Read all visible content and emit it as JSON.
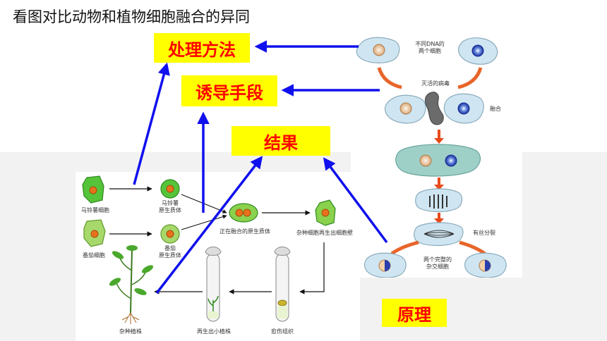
{
  "title": "看图对比动物和植物细胞融合的异同",
  "boxes": {
    "method": "处理方法",
    "induce": "诱导手段",
    "result": "结果",
    "principle": "原理"
  },
  "plant": {
    "potato_cell": "马铃薯细胞",
    "potato_protoplast": "马铃薯\n原生质体",
    "tomato_cell": "番茄细胞",
    "tomato_protoplast": "番茄\n原生质体",
    "fusing": "正在融合的原生质体",
    "new_wall": "杂种细胞再生出细胞壁",
    "hybrid_plant": "杂种植株",
    "plantlet": "再生出小植株",
    "callus": "愈伤组织"
  },
  "animal": {
    "two_cells": "不同DNA的\n两个细胞",
    "virus": "灭活的病毒",
    "fusion": "融合",
    "mitosis": "有丝分裂",
    "hybrids": "两个完整的\n杂交细胞"
  },
  "colors": {
    "arrow": "#1010ee",
    "box_fill": "#ffff00",
    "box_text": "#ff0000"
  }
}
